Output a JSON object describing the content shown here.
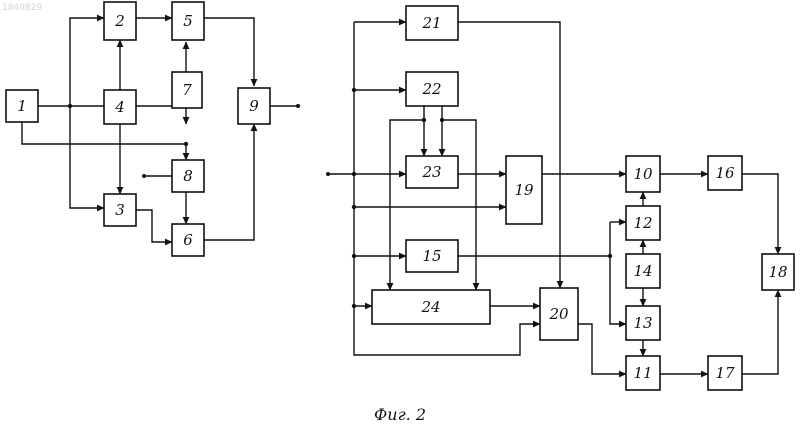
{
  "watermark": "1840829",
  "caption": "Фиг. 2",
  "blocks": [
    "1",
    "2",
    "3",
    "4",
    "5",
    "6",
    "7",
    "8",
    "9",
    "10",
    "11",
    "12",
    "13",
    "14",
    "15",
    "16",
    "17",
    "18",
    "19",
    "20",
    "21",
    "22",
    "23",
    "24"
  ]
}
